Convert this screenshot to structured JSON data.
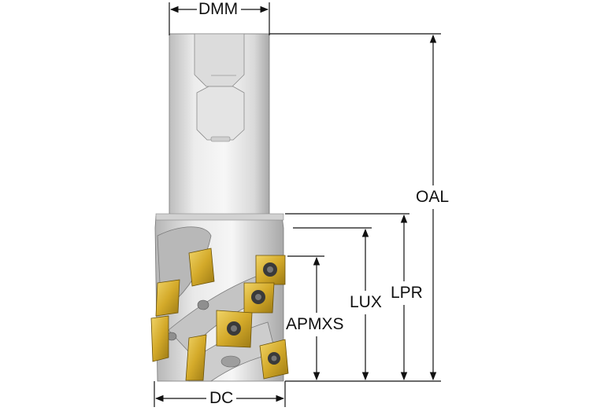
{
  "dimensions": {
    "dmm": "DMM",
    "oal": "OAL",
    "lpr": "LPR",
    "lux": "LUX",
    "apmxs": "APMXS",
    "dc": "DC"
  },
  "colors": {
    "line": "#111111",
    "steel_light": "#e6e6e6",
    "steel_mid": "#c9c9c9",
    "steel_dark": "#9a9a9a",
    "insert_gold": "#d6b032",
    "insert_dark": "#8a6d10"
  }
}
